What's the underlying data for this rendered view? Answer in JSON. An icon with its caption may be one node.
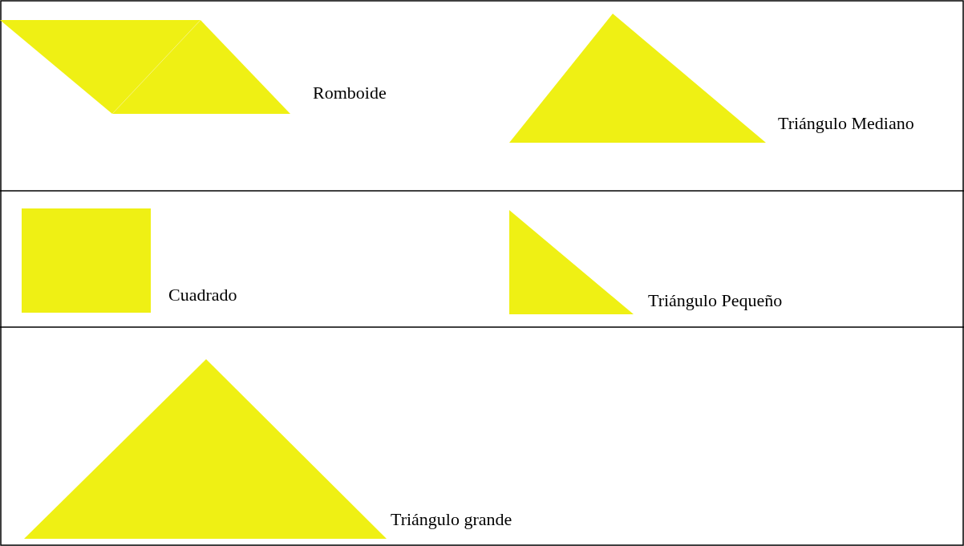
{
  "diagram": {
    "nodes": [
      {
        "text": [],
        "shape": "parallelogram",
        "beside": [
          "Romboide"
        ]
      },
      {
        "text": [],
        "shape": "triangle",
        "beside": [
          "Triángulo Mediano"
        ]
      },
      {
        "text": [],
        "shape": "box",
        "beside": [
          "Cuadrado"
        ]
      },
      {
        "text": [],
        "shape": "triangle",
        "beside": [
          "Triángulo Pequeño"
        ]
      },
      {
        "text": [],
        "shape": "triangle",
        "beside": [
          "Triángulo grande"
        ]
      }
    ]
  }
}
